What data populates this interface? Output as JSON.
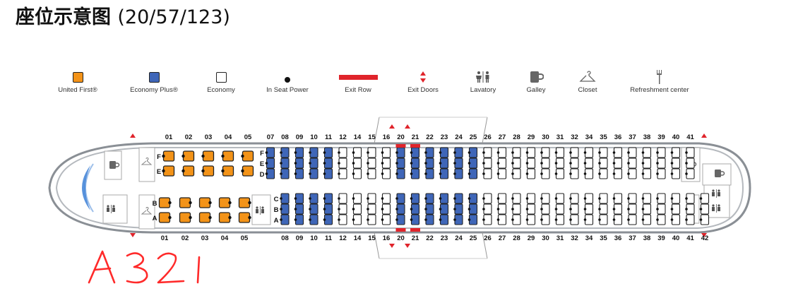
{
  "title": {
    "main": "座位示意图",
    "sub": "(20/57/123)"
  },
  "legend": [
    {
      "key": "united_first",
      "label": "United First®",
      "icon": "first-seat-icon"
    },
    {
      "key": "economy_plus",
      "label": "Economy Plus®",
      "icon": "economy-plus-seat-icon"
    },
    {
      "key": "economy",
      "label": "Economy",
      "icon": "economy-seat-icon"
    },
    {
      "key": "power",
      "label": "In Seat Power",
      "icon": "power-dot-icon"
    },
    {
      "key": "exit_row",
      "label": "Exit Row",
      "icon": "exit-row-bar-icon"
    },
    {
      "key": "exit_doors",
      "label": "Exit Doors",
      "icon": "exit-door-arrows-icon"
    },
    {
      "key": "lavatory",
      "label": "Lavatory",
      "icon": "lavatory-icon"
    },
    {
      "key": "galley",
      "label": "Galley",
      "icon": "galley-cup-icon"
    },
    {
      "key": "closet",
      "label": "Closet",
      "icon": "hanger-icon"
    },
    {
      "key": "refreshment",
      "label": "Refreshment center",
      "icon": "refreshment-icon"
    }
  ],
  "colors": {
    "first": "#f39318",
    "economy_plus": "#3f66b8",
    "economy": "#ffffff",
    "exit": "#e0242b",
    "fuselage": "#8a8f95",
    "window": "#3b7fd6"
  },
  "seatmap": {
    "first": {
      "rows": [
        "01",
        "02",
        "03",
        "04",
        "05"
      ],
      "seats_right": [
        "F",
        "E"
      ],
      "seats_left": [
        "B",
        "A"
      ]
    },
    "economy_rows_top": [
      "07",
      "08",
      "09",
      "10",
      "11",
      "12",
      "14",
      "15",
      "16",
      "20",
      "21",
      "22",
      "23",
      "24",
      "25",
      "26",
      "27",
      "28",
      "29",
      "30",
      "31",
      "32",
      "34",
      "35",
      "36",
      "37",
      "38",
      "39",
      "40",
      "41"
    ],
    "economy_rows_bottom": [
      "08",
      "09",
      "10",
      "11",
      "12",
      "14",
      "15",
      "16",
      "20",
      "21",
      "22",
      "23",
      "24",
      "25",
      "26",
      "27",
      "28",
      "29",
      "30",
      "31",
      "32",
      "34",
      "35",
      "36",
      "37",
      "38",
      "39",
      "40",
      "41",
      "42"
    ],
    "economy_plus_rows": [
      "07",
      "08",
      "09",
      "10",
      "11",
      "20",
      "21",
      "22",
      "23",
      "24",
      "25"
    ],
    "seats_right": [
      "F",
      "E",
      "D"
    ],
    "seats_left": [
      "C",
      "B",
      "A"
    ],
    "exit_rows": [
      "20",
      "21"
    ]
  },
  "handwritten_note": "A321"
}
